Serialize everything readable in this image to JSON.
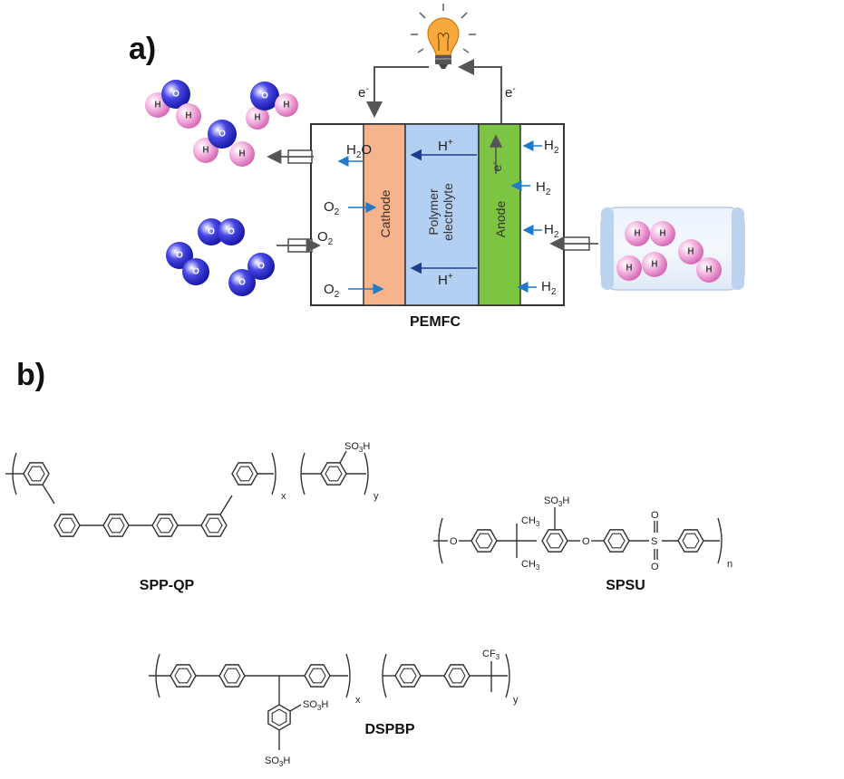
{
  "panel_a": {
    "label": "a)",
    "device_name": "PEMFC",
    "layers": {
      "cathode": "Cathode",
      "membrane_line1": "Polymer",
      "membrane_line2": "electrolyte",
      "anode": "Anode"
    },
    "electron": "e",
    "electron_sup": "-",
    "water_out": "H",
    "water_sub": "2",
    "water_o": "O",
    "oxygen": "O",
    "oxygen_sub": "2",
    "hydrogen": "H",
    "hydrogen_sub": "2",
    "proton": "H",
    "proton_sup": "+",
    "atom_h": "H",
    "atom_o": "O",
    "colors": {
      "cathode": "#f6b38c",
      "membrane": "#b3d0f3",
      "anode": "#7dc442",
      "oxygen_atom": "#2b2bd6",
      "hydrogen_atom": "#f0a6d8",
      "arrow": "#1f7ac8"
    },
    "icon": "light-bulb-icon"
  },
  "panel_b": {
    "label": "b)",
    "polymers": [
      {
        "name": "SPP-QP",
        "sub_x": "x",
        "sub_y": "y",
        "group": "SO",
        "group_sub": "3",
        "group_end": "H"
      },
      {
        "name": "SPSU",
        "sub_n": "n",
        "group": "SO",
        "group_sub": "3",
        "group_end": "H",
        "ch": "CH",
        "ch_sub": "3",
        "o": "O",
        "s": "S"
      },
      {
        "name": "DSPBP",
        "sub_x": "x",
        "sub_y": "y",
        "group": "SO",
        "group_sub": "3",
        "group_end": "H",
        "cf": "CF",
        "cf_sub": "3"
      }
    ]
  }
}
